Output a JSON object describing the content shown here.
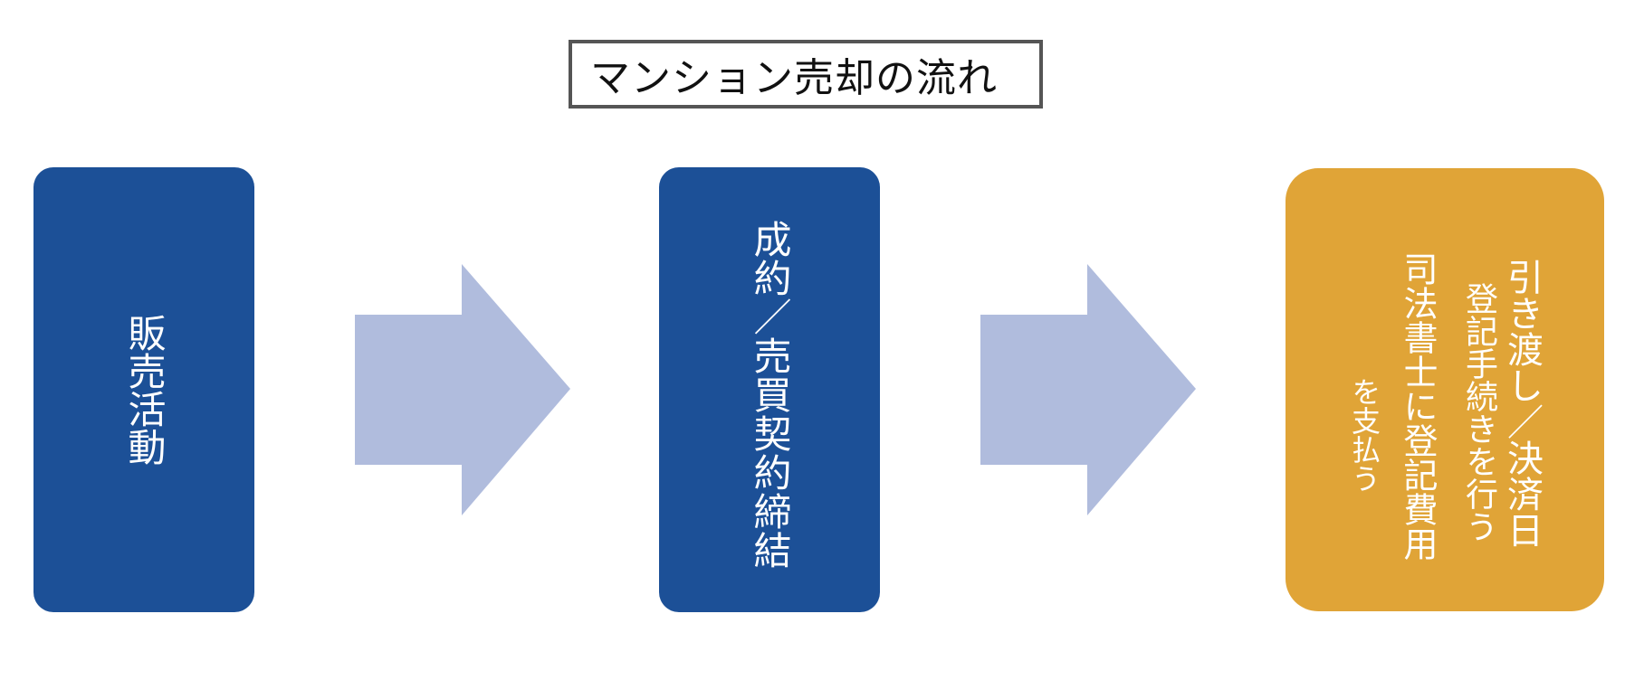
{
  "title": "マンション売却の流れ",
  "steps": [
    {
      "label": "販売活動"
    },
    {
      "label": "成約／売買契約締結"
    },
    {
      "lines": [
        "引き渡し／決済日",
        "登記手続きを行う",
        "司法書士に登記費用",
        "を支払う"
      ]
    }
  ],
  "colors": {
    "step_blue": "#1c5097",
    "step_orange": "#e0a437",
    "arrow": "#b0bcdd",
    "title_border": "#555555"
  }
}
